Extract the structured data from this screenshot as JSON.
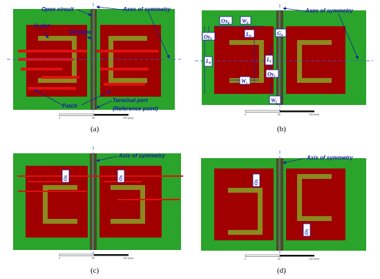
{
  "colors": {
    "substrate": "#2aa42a",
    "patch": "#a00000",
    "slot": "#8a8a1e",
    "stripline": "#4a4a2a",
    "annotation": "#1a1aa6",
    "feed_bar_bright": "#e01010"
  },
  "panels": {
    "a": {
      "caption": "(a)",
      "labels": {
        "open_circuit": "Open circuit",
        "axes_of_symmetry": "Axes of symmetry",
        "u_slot": "U-slot",
        "stripline": "Stripline",
        "patch": "Patch",
        "terminal_port": "Terminal port",
        "reference_point": "(Reference point)"
      },
      "scale": {
        "left": "0",
        "mid": "50",
        "right": "100 (mm)"
      }
    },
    "b": {
      "caption": "(b)",
      "labels": {
        "axes_of_symmetry": "Axes of symmetry"
      },
      "dims": {
        "ox": "Ox",
        "ox_sub": "p",
        "wp": "W",
        "wp_sub": "p",
        "oyp": "Oy",
        "oyp_sub": "p",
        "lu": "L",
        "lu_sub": "u",
        "gu": "G",
        "gu_sub": "u",
        "lp": "L",
        "lp_sub": "p",
        "lf": "L",
        "lf_sub": "f",
        "oy": "Oy",
        "oy_sub": "s",
        "ws": "W",
        "ws_sub": "s",
        "wf": "W",
        "wf_sub": "f"
      },
      "scale": {
        "left": "0",
        "mid": "50",
        "right": "100 (mm)"
      }
    },
    "c": {
      "caption": "(c)",
      "labels": {
        "axis_of_symmetry": "Axis of symmetry"
      },
      "dims": {
        "ox1": "Ox",
        "ox2": "Ox"
      },
      "scale": {
        "left": "0",
        "mid": "50",
        "right": "100 (mm)"
      }
    },
    "d": {
      "caption": "(d)",
      "labels": {
        "axis_of_symmetry": "Axis of symmetry"
      },
      "dims": {
        "ox1": "Ox",
        "ox2": "Ox"
      },
      "scale": {
        "left": "0",
        "mid": "50",
        "right": "100 (mm)"
      }
    }
  }
}
